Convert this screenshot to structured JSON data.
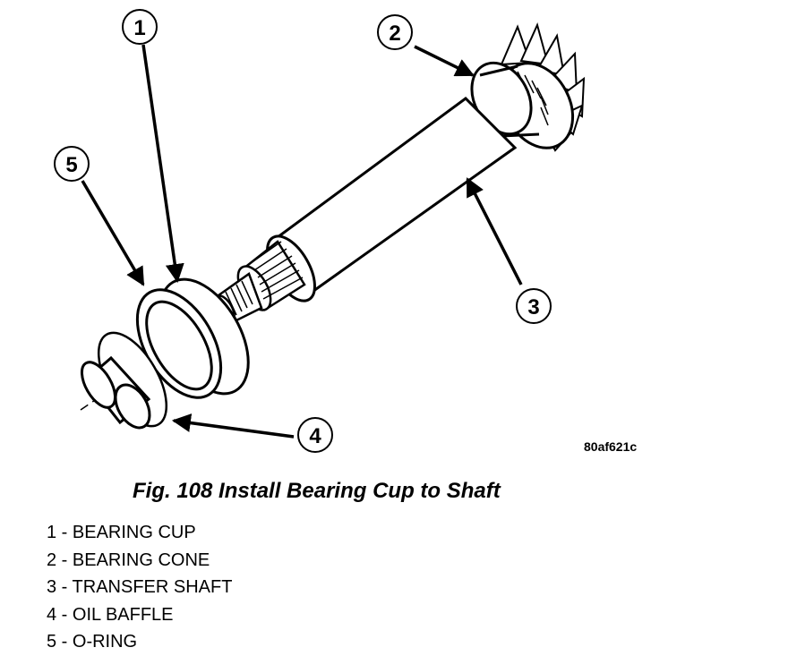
{
  "figure": {
    "image_code": "80af621c",
    "caption": "Fig. 108 Install Bearing Cup to Shaft",
    "callouts": [
      "1",
      "2",
      "3",
      "4",
      "5"
    ]
  },
  "legend": {
    "items": [
      {
        "label": "1 - BEARING CUP"
      },
      {
        "label": "2 - BEARING CONE"
      },
      {
        "label": "3 - TRANSFER SHAFT"
      },
      {
        "label": "4 - OIL BAFFLE"
      },
      {
        "label": "5 - O-RING"
      }
    ]
  }
}
